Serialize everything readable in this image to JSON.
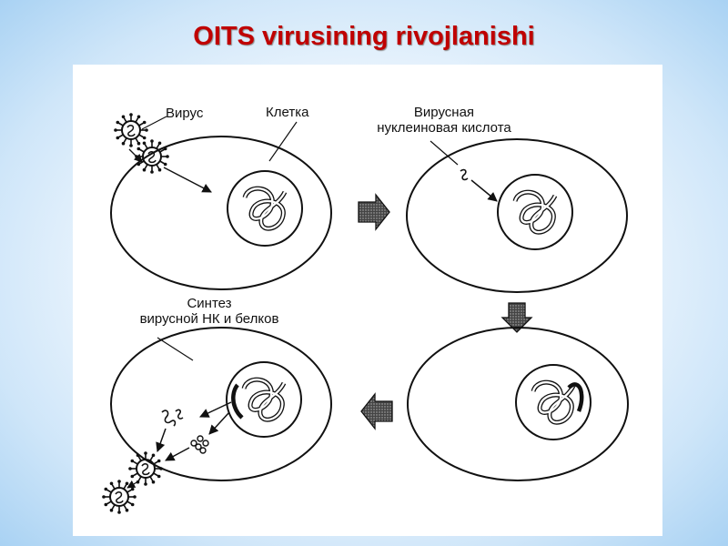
{
  "slide": {
    "title": "OITS virusining rivojlanishi"
  },
  "diagram": {
    "label_virus": "Вирус",
    "label_cell": "Клетка",
    "label_viral_nucleic_acid": {
      "line1": "Вирусная",
      "line2": "нуклеиновая кислота"
    },
    "label_synthesis": {
      "line1": "Синтез",
      "line2": "вирусной НК и белков"
    }
  }
}
